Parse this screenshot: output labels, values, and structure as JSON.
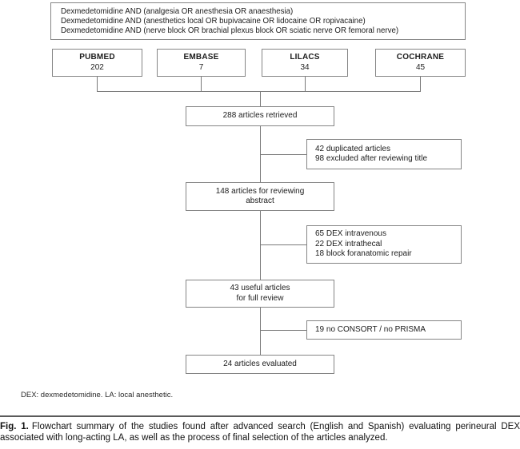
{
  "colors": {
    "box_border": "#858585",
    "connector_line": "#7a7a7a",
    "text": "#1c1c1c"
  },
  "search_box": {
    "line1": "Dexmedetomidine AND (analgesia OR anesthesia OR anaesthesia)",
    "line2": "Dexmedetomidine AND (anesthetics local OR bupivacaine OR lidocaine OR ropivacaine)",
    "line3": "Dexmedetomidine AND (nerve block OR brachial plexus block OR sciatic nerve OR femoral nerve)"
  },
  "databases": [
    {
      "name": "PUBMED",
      "count": "202"
    },
    {
      "name": "EMBASE",
      "count": "7"
    },
    {
      "name": "LILACS",
      "count": "34"
    },
    {
      "name": "COCHRANE",
      "count": "45"
    }
  ],
  "main_flow": {
    "retrieved": "288 articles retrieved",
    "reviewing_line1": "148 articles for reviewing",
    "reviewing_line2": "abstract",
    "full_review_line1": "43 useful articles",
    "full_review_line2": "for full review",
    "evaluated": "24 articles evaluated"
  },
  "exclusions": {
    "box1": {
      "line1": "42 duplicated articles",
      "line2": "98 excluded after reviewing title"
    },
    "box2": {
      "line1": "65 DEX intravenous",
      "line2": "22 DEX intrathecal",
      "line3": "18 block foranatomic repair"
    },
    "box3": {
      "line1": "19 no CONSORT / no PRISMA"
    }
  },
  "footnote": "DEX: dexmedetomidine. LA: local anesthetic.",
  "caption": {
    "label": "Fig. 1.",
    "text": "Flowchart summary of the studies found after advanced search (English and Spanish) evaluating perineural DEX associated with long-acting LA, as well as the process of final selection of the articles analyzed."
  }
}
